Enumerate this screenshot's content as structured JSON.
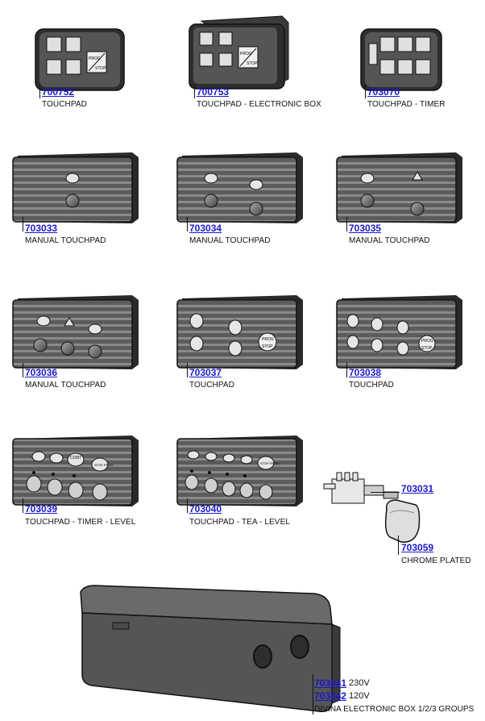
{
  "colors": {
    "link": "#1a1acc",
    "panel": "#5a5a5a",
    "panel_dark": "#3c3c3c",
    "outline": "#111111",
    "key": "#d6d6d6"
  },
  "parts": [
    {
      "code": "700752",
      "desc": "TOUCHPAD"
    },
    {
      "code": "700753",
      "desc": "TOUCHPAD - ELECTRONIC BOX"
    },
    {
      "code": "703070",
      "desc": "TOUCHPAD - TIMER"
    },
    {
      "code": "703033",
      "desc": "MANUAL TOUCHPAD"
    },
    {
      "code": "703034",
      "desc": "MANUAL TOUCHPAD"
    },
    {
      "code": "703035",
      "desc": "MANUAL TOUCHPAD"
    },
    {
      "code": "703036",
      "desc": "MANUAL TOUCHPAD"
    },
    {
      "code": "703037",
      "desc": "TOUCHPAD"
    },
    {
      "code": "703038",
      "desc": "TOUCHPAD"
    },
    {
      "code": "703039",
      "desc": "TOUCHPAD - TIMER - LEVEL"
    },
    {
      "code": "703040",
      "desc": "TOUCHPAD - TEA - LEVEL"
    },
    {
      "code": "703031"
    },
    {
      "code": "703059",
      "desc": "CHROME PLATED"
    }
  ],
  "electronic_box": {
    "lines": [
      {
        "code": "703041",
        "voltage": "230V"
      },
      {
        "code": "703042",
        "voltage": "120V"
      }
    ],
    "desc": "DIVINA ELECTRONIC BOX 1/2/3 GROUPS"
  },
  "keys": {
    "prog": "PROG",
    "stop": "STOP",
    "cont": "CONT",
    "stop_prog": "STOP PROG"
  }
}
